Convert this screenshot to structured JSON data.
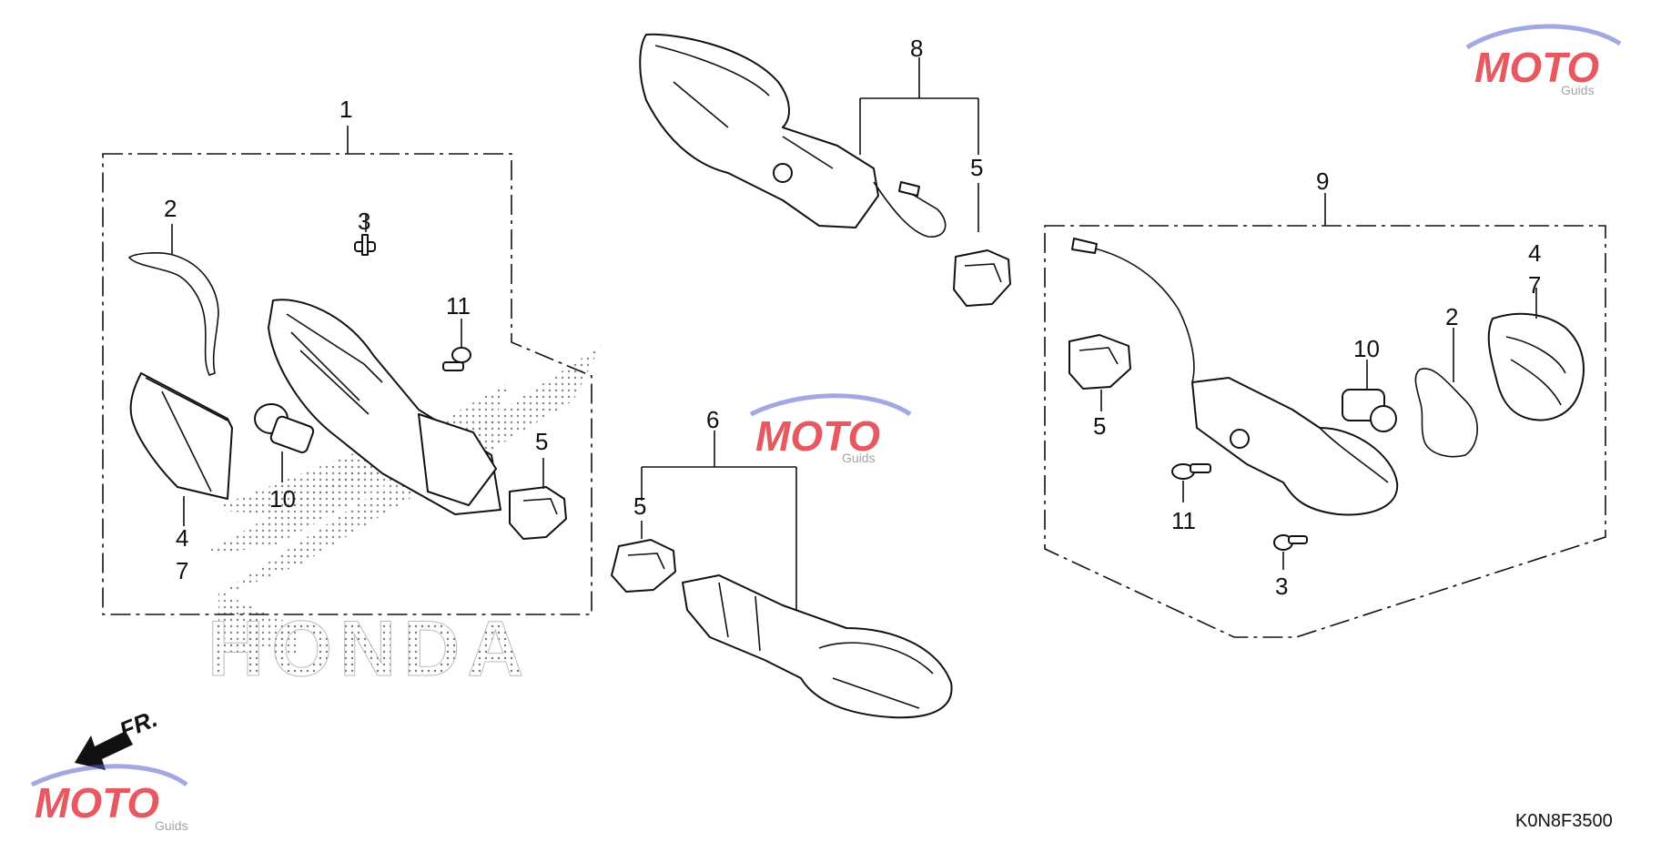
{
  "diagram": {
    "callouts": {
      "c1": "1",
      "c2a": "2",
      "c3a": "3",
      "c11a": "11",
      "c5a": "5",
      "c10a": "10",
      "c4a": "4",
      "c7a": "7",
      "c8": "8",
      "c5b": "5",
      "c6": "6",
      "c5c": "5",
      "c9": "9",
      "c4b": "4",
      "c7b": "7",
      "c2b": "2",
      "c10b": "10",
      "c5d": "5",
      "c11b": "11",
      "c3b": "3"
    },
    "background_logo_text": "HONDA",
    "direction_label": "FR.",
    "drawing_code": "K0N8F3500"
  },
  "watermark": {
    "text": "MOTO",
    "subtext": "Guids",
    "colors": {
      "red": "#e0303a",
      "blue": "#5560c8",
      "gray": "#9a9a9a"
    }
  }
}
